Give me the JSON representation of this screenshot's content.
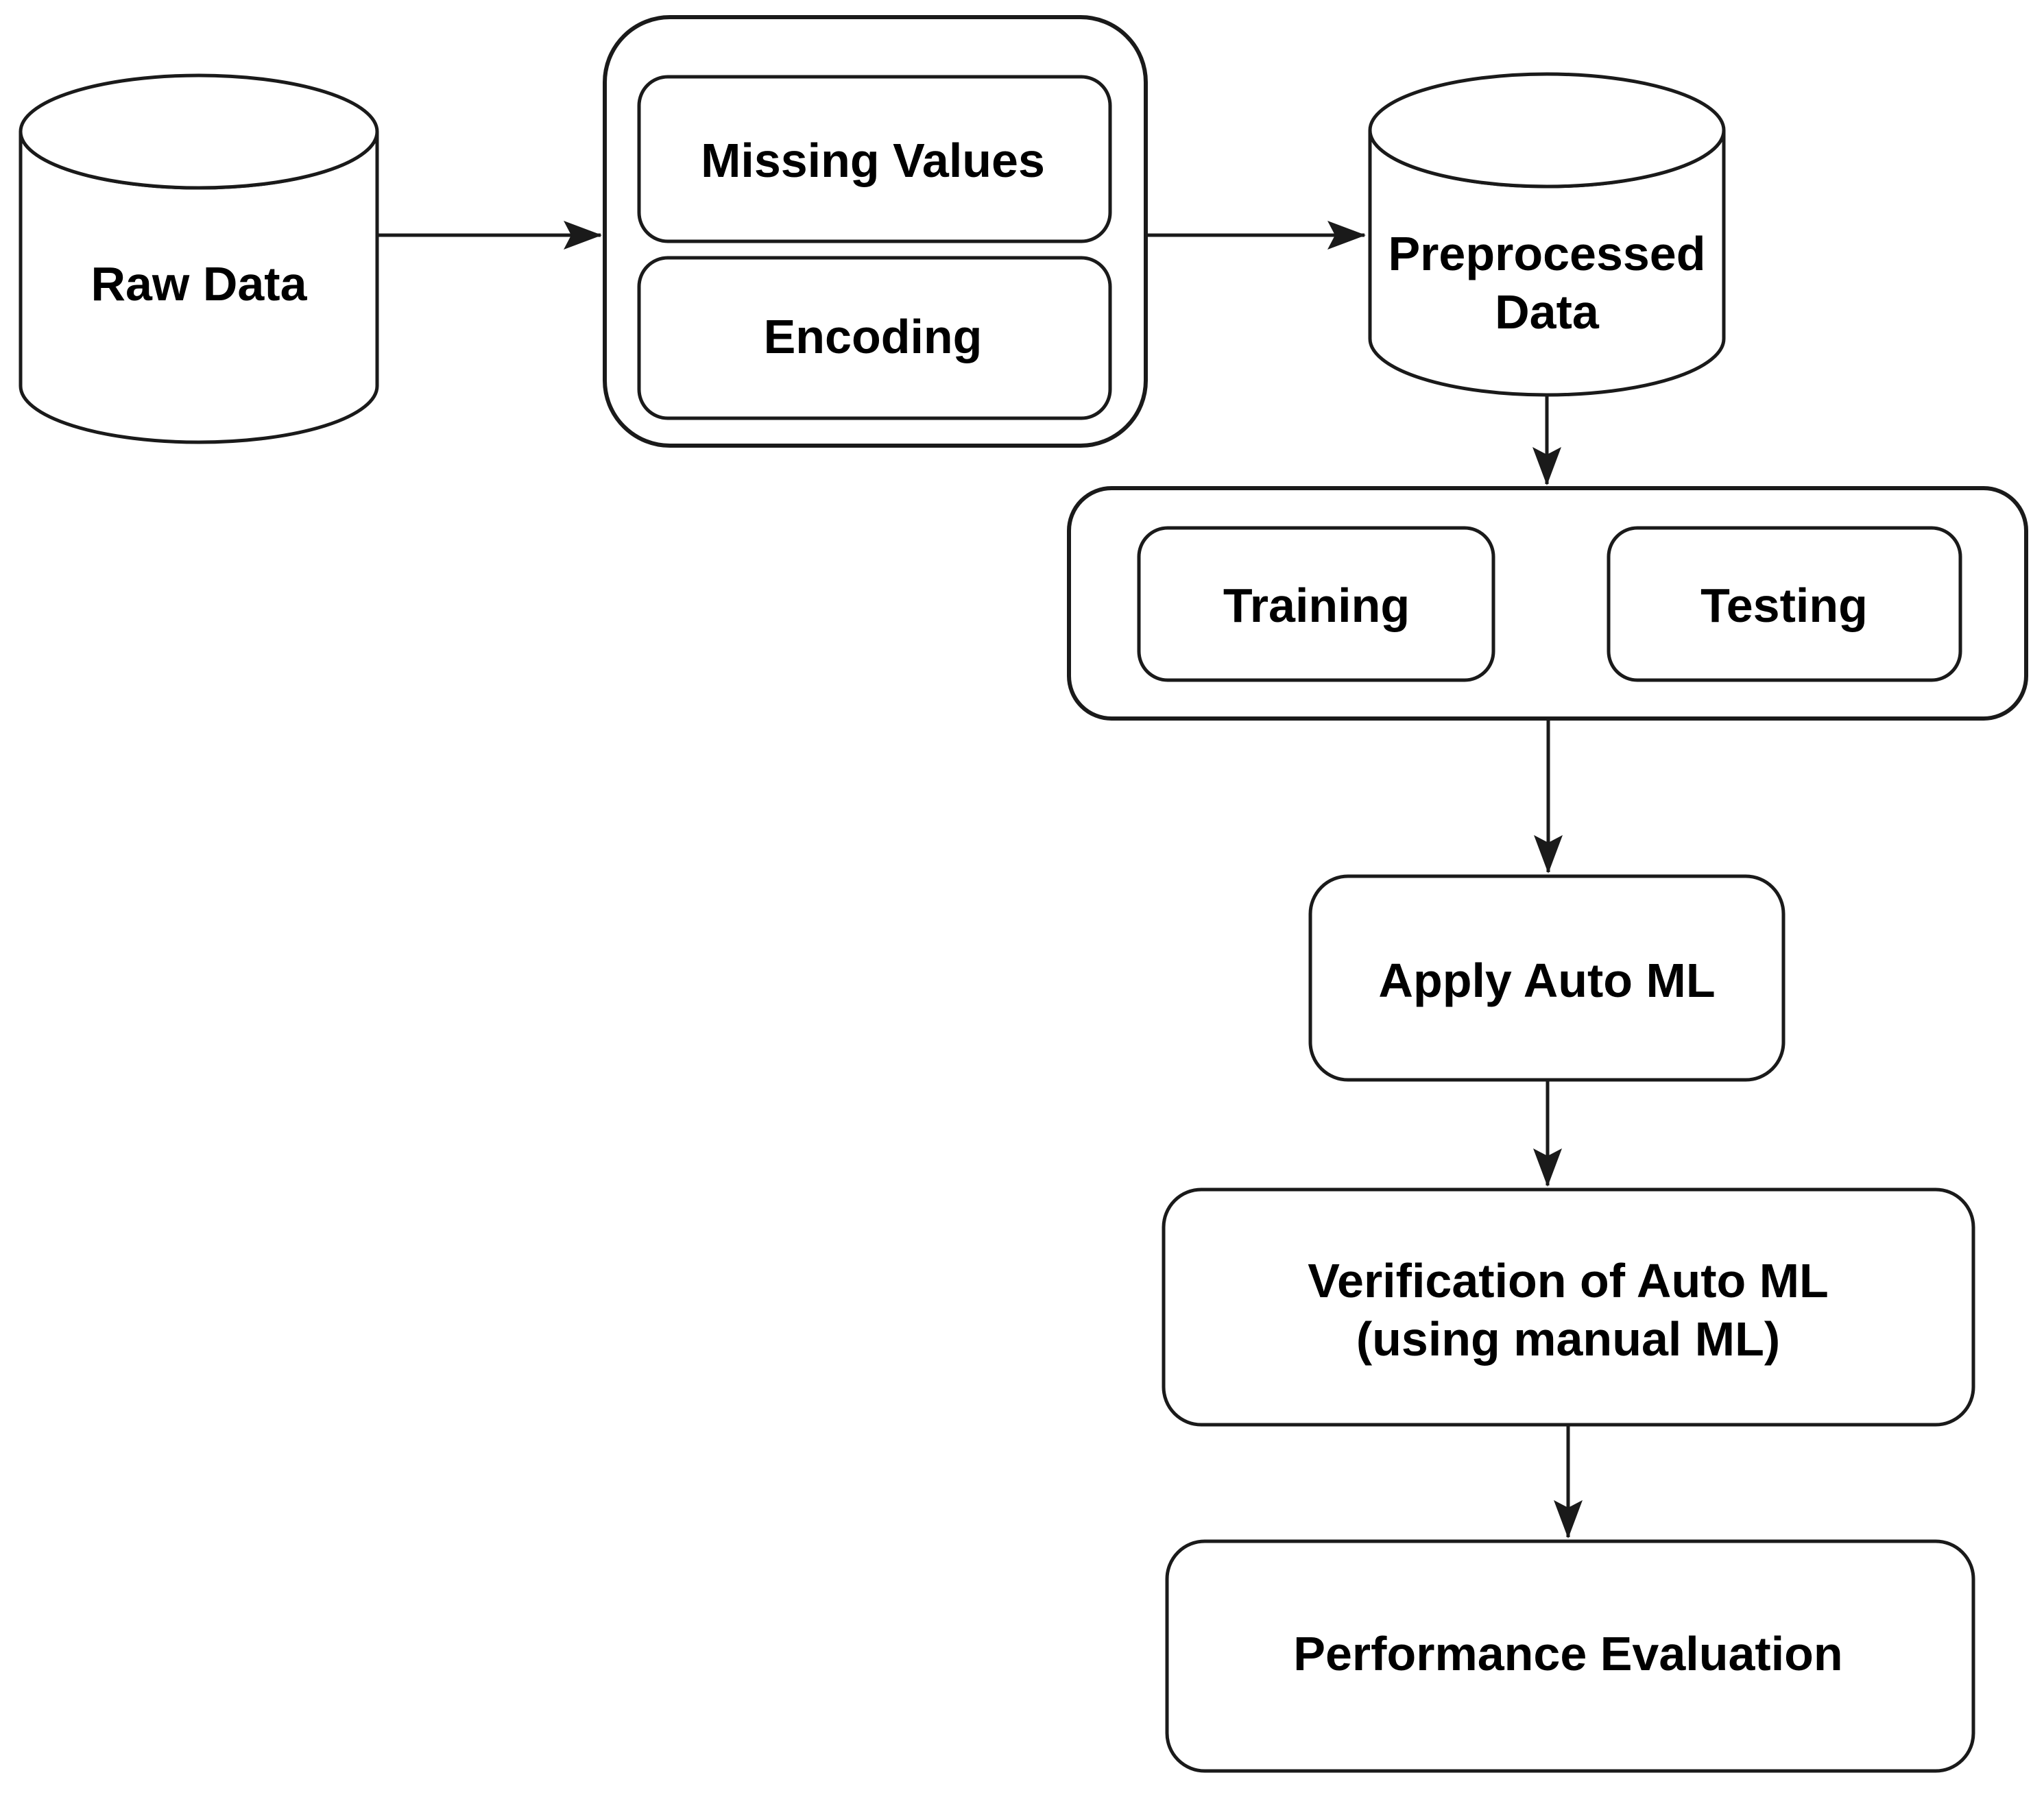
{
  "diagram": {
    "type": "flowchart",
    "colors": {
      "background": "#ffffff",
      "line": "#1a1a1a",
      "text": "#000000",
      "node_fill": "#ffffff"
    },
    "nodes": {
      "raw_data": {
        "label": "Raw Data",
        "shape": "cylinder"
      },
      "missing_values": {
        "label": "Missing Values",
        "shape": "rounded-box"
      },
      "encoding": {
        "label": "Encoding",
        "shape": "rounded-box"
      },
      "preprocessed_data": {
        "line1": "Preprocessed",
        "line2": "Data",
        "shape": "cylinder"
      },
      "training": {
        "label": "Training",
        "shape": "rounded-box"
      },
      "testing": {
        "label": "Testing",
        "shape": "rounded-box"
      },
      "apply_auto_ml": {
        "label": "Apply Auto ML",
        "shape": "rounded-box"
      },
      "verification_auto_ml": {
        "line1": "Verification of Auto ML",
        "line2": "(using manual ML)",
        "shape": "rounded-box"
      },
      "performance_evaluation": {
        "label": "Performance Evaluation",
        "shape": "rounded-box"
      }
    },
    "edges": [
      {
        "from": "raw_data",
        "to": "preprocessing_group",
        "direction": "right"
      },
      {
        "from": "preprocessing_group",
        "to": "preprocessed_data",
        "direction": "right"
      },
      {
        "from": "preprocessed_data",
        "to": "train_test_group",
        "direction": "down"
      },
      {
        "from": "train_test_group",
        "to": "apply_auto_ml",
        "direction": "down"
      },
      {
        "from": "apply_auto_ml",
        "to": "verification_auto_ml",
        "direction": "down"
      },
      {
        "from": "verification_auto_ml",
        "to": "performance_evaluation",
        "direction": "down"
      }
    ]
  }
}
